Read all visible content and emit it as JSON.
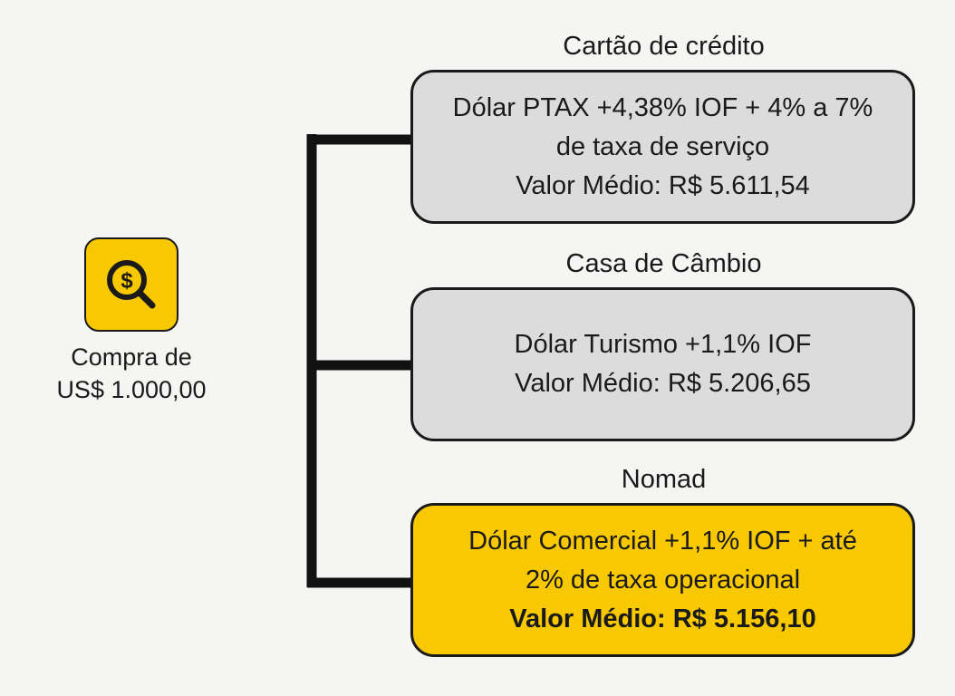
{
  "colors": {
    "background": "#f5f5f3",
    "gray_box": "#dcdcdc",
    "highlight": "#f8c800",
    "stroke": "#1a1a1a"
  },
  "source": {
    "icon": "dollar-search-icon",
    "label_line1": "Compra de",
    "label_line2": "US$ 1.000,00"
  },
  "options": [
    {
      "title": "Cartão de crédito",
      "line1": "Dólar PTAX +4,38% IOF + 4% a 7%",
      "line2": "de taxa de serviço",
      "value": "Valor Médio: R$ 5.611,54"
    },
    {
      "title": "Casa de Câmbio",
      "line1": "Dólar Turismo +1,1% IOF",
      "value": "Valor Médio: R$ 5.206,65"
    },
    {
      "title": "Nomad",
      "line1": "Dólar Comercial +1,1% IOF + até",
      "line2": "2% de taxa operacional",
      "value": "Valor Médio: R$ 5.156,10"
    }
  ]
}
